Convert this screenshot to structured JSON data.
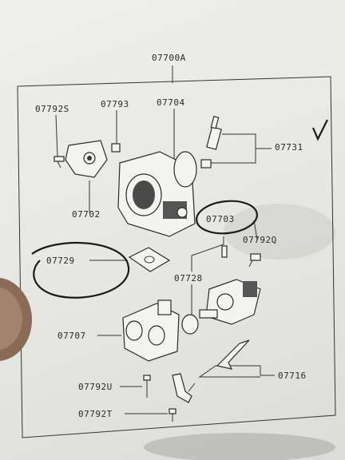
{
  "assembly": "07700A",
  "parts": {
    "p07792S": "07792S",
    "p07793": "07793",
    "p07704": "07704",
    "p07731": "07731",
    "p07702": "07702",
    "p07703": "07703",
    "p07792Q": "07792Q",
    "p07729": "07729",
    "p07728": "07728",
    "p07707": "07707",
    "p07716": "07716",
    "p07792U": "07792U",
    "p07792T": "07792T"
  },
  "colors": {
    "paper": "#ececea",
    "ink": "#1a1a1a",
    "line": "#333333"
  }
}
